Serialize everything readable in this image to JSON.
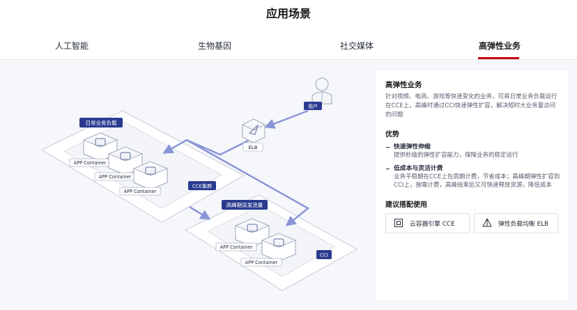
{
  "page": {
    "title": "应用场景"
  },
  "tabs": [
    {
      "label": "人工智能",
      "active": false
    },
    {
      "label": "生物基因",
      "active": false
    },
    {
      "label": "社交媒体",
      "active": false
    },
    {
      "label": "高弹性业务",
      "active": true
    }
  ],
  "diagram": {
    "user_label": "用户",
    "elb_label": "ELB",
    "daily_load_label": "日常业务负载",
    "cce_cluster_label": "CCE集群",
    "peak_traffic_label": "高峰期突发流量",
    "cci_label": "CCI",
    "container_label": "APP Container"
  },
  "panel": {
    "title": "高弹性业务",
    "description": "针对视频、电商、游戏等快速变化的业务，可将日常业务负载运行在CCE上，高峰时通过CCI快速弹性扩容，解决短时大业务量访问的问题",
    "advantages_heading": "优势",
    "advantages": [
      {
        "title": "快速弹性伸缩",
        "desc": "提供秒级的弹性扩容能力，保障业务的稳定运行"
      },
      {
        "title": "低成本与灵活计费",
        "desc": "业务平稳期在CCE上包周期计费，节省成本；高峰期弹性扩容到CCI上，按需计费，高峰结束后又可快速释放资源，降低成本"
      }
    ],
    "recommend_heading": "建议搭配使用",
    "recommendations": [
      {
        "label": "云容器引擎 CCE",
        "icon": "container-engine-icon"
      },
      {
        "label": "弹性负载均衡 ELB",
        "icon": "load-balancer-icon"
      }
    ]
  },
  "colors": {
    "accent": "#c7000b",
    "arrow": "#8a95d8",
    "label_bg": "#2a3b8f"
  }
}
